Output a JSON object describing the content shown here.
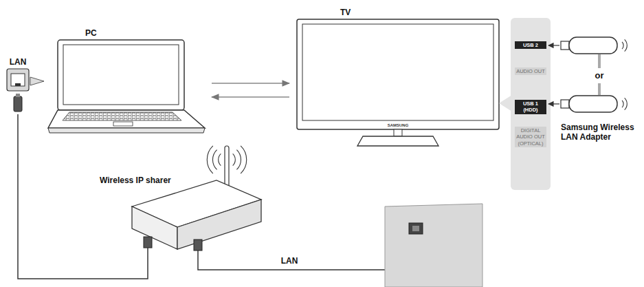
{
  "diagram": {
    "nodes": [
      {
        "text": [
          "PC"
        ]
      },
      {
        "text": [
          "LAN"
        ]
      },
      {
        "text": [
          "TV"
        ]
      },
      {
        "text": [
          "Samsung Wireless LAN Adapter"
        ]
      },
      {
        "text": [
          "Wireless IP sharer"
        ]
      }
    ],
    "edges": [
      {
        "from": 0,
        "to": 2,
        "arrow": "to"
      },
      {
        "from": 2,
        "to": 0,
        "arrow": "to"
      },
      {
        "from": 1,
        "to": 4,
        "arrow": "none"
      }
    ],
    "labels": [
      "USB 2",
      "AUDIO OUT",
      "USB 1 (HDD)",
      "DIGITAL AUDIO OUT (OPTICAL)",
      "or",
      "SAMSUNG",
      "LAN"
    ]
  }
}
